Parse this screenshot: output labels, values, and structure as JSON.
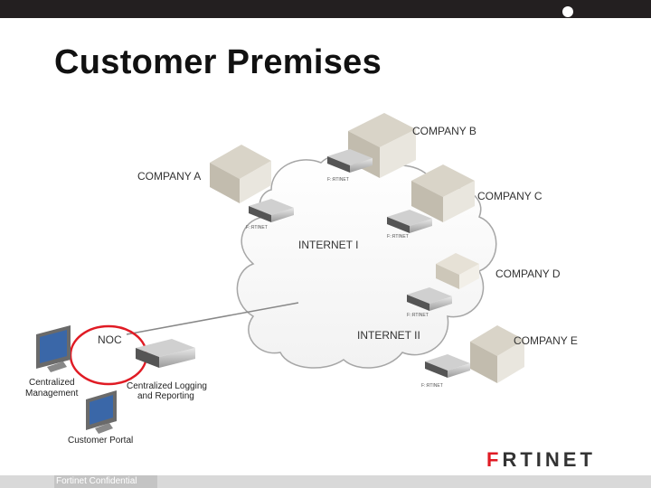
{
  "title": "Customer Premises",
  "labels": {
    "company_b": "COMPANY B",
    "company_a": "COMPANY A",
    "company_c": "COMPANY C",
    "internet_1": "INTERNET I",
    "company_d": "COMPANY D",
    "noc": "NOC",
    "internet_2": "INTERNET II",
    "company_e": "COMPANY E",
    "central_mgmt_1": "Centralized",
    "central_mgmt_2": "Management",
    "central_log_1": "Centralized Logging",
    "central_log_2": "and Reporting",
    "customer_portal": "Customer Portal"
  },
  "device_brand": "F::RTINET",
  "logo": {
    "mark": "F",
    "rest": "RTINET"
  },
  "footer": "Fortinet Confidential",
  "colors": {
    "accent_red": "#e01b24",
    "topbar": "#231f20",
    "footer": "#d9d9d9"
  }
}
